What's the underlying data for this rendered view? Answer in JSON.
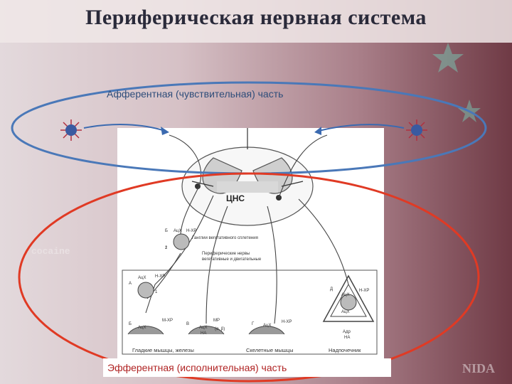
{
  "title": "Периферическая нервная система",
  "afferent_label": "Афферентная (чувствительная) часть",
  "efferent_label": "Эфферентная (исполнительная) часть",
  "cns_label": "ЦНС",
  "watermarks": {
    "cocaine": "cocaine",
    "nida": "NIDA"
  },
  "diagram": {
    "ach_labels": [
      "АцХ",
      "АцХ",
      "АцХ",
      "АцХ",
      "АцХ",
      "АцХ",
      "АцХ"
    ],
    "receptor_labels": [
      "Н-ХР",
      "Н-ХР",
      "М-ХР",
      "МР",
      "Н-ХР",
      "Н-ХР",
      "НА",
      "(α, β)",
      "Адр",
      "НА"
    ],
    "section_labels": [
      "Б",
      "А",
      "Б",
      "В",
      "Г",
      "Д"
    ],
    "number_labels": [
      "1",
      "2",
      "1"
    ],
    "annotations": [
      "Ганглии вегетативного сплетения",
      "Периферические нервы",
      "вегетативные и двигательные"
    ],
    "captions": [
      "Гладкие мышцы, железы",
      "Скелетные мышцы",
      "Надпочечник"
    ]
  },
  "colors": {
    "afferent_oval": "#4a78b8",
    "efferent_oval": "#e03a24",
    "star": "#b03040",
    "star_core": "#3a5aa0"
  }
}
